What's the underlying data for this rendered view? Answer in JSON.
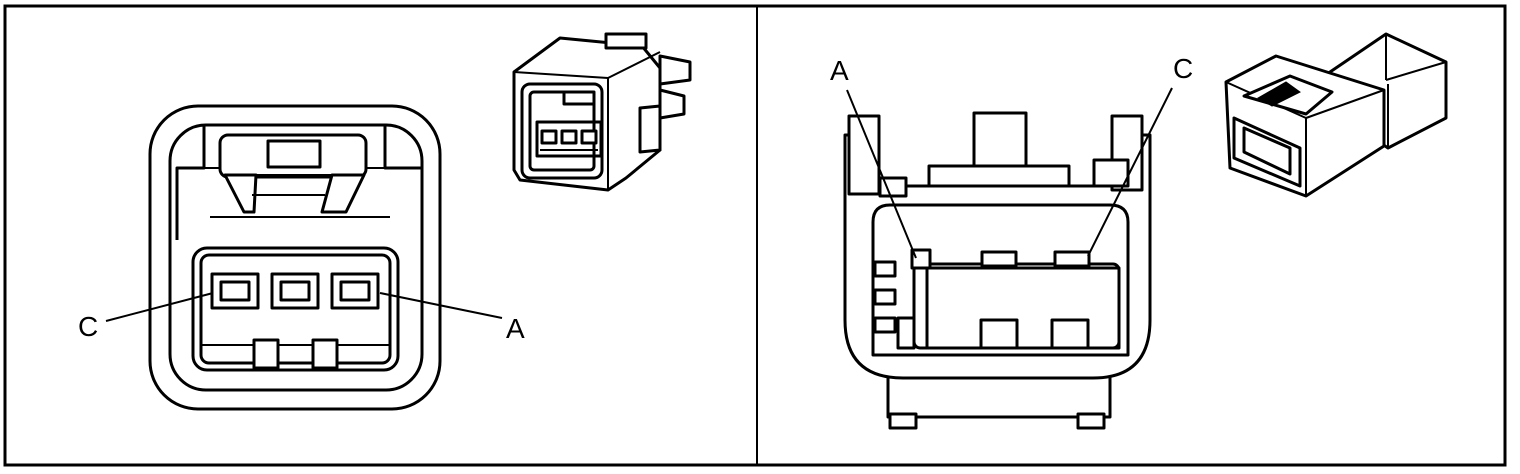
{
  "left_panel": {
    "label_c": "C",
    "label_a": "A"
  },
  "right_panel": {
    "label_a": "A",
    "label_c": "C"
  },
  "colors": {
    "stroke": "#000000",
    "background": "#ffffff"
  }
}
